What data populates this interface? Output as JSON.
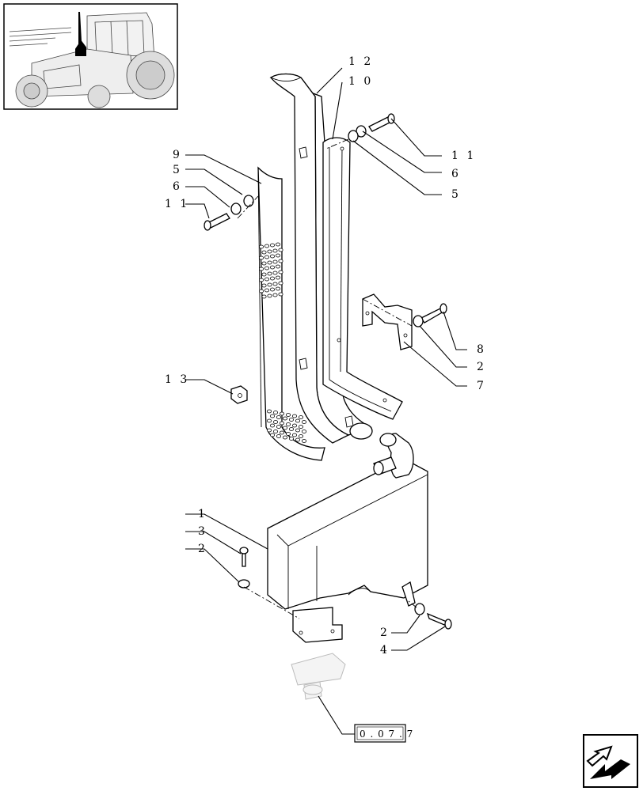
{
  "callouts": [
    {
      "id": "c12",
      "text": "1 2"
    },
    {
      "id": "c10",
      "text": "1 0"
    },
    {
      "id": "c9",
      "text": "9"
    },
    {
      "id": "c5a",
      "text": "5"
    },
    {
      "id": "c6a",
      "text": "6"
    },
    {
      "id": "c11a",
      "text": "1 1"
    },
    {
      "id": "c11b",
      "text": "1 1"
    },
    {
      "id": "c6b",
      "text": "6"
    },
    {
      "id": "c5b",
      "text": "5"
    },
    {
      "id": "c8",
      "text": "8"
    },
    {
      "id": "c2a",
      "text": "2"
    },
    {
      "id": "c7",
      "text": "7"
    },
    {
      "id": "c13",
      "text": "1 3"
    },
    {
      "id": "c1",
      "text": "1"
    },
    {
      "id": "c3",
      "text": "3"
    },
    {
      "id": "c2b",
      "text": "2"
    },
    {
      "id": "c2c",
      "text": "2"
    },
    {
      "id": "c4",
      "text": "4"
    }
  ],
  "reference_box": {
    "text": "0 . 0 7 . 7"
  },
  "icons": {
    "thumbnail": "tractor-thumbnail-icon",
    "nav": "next-page-arrow-icon"
  }
}
